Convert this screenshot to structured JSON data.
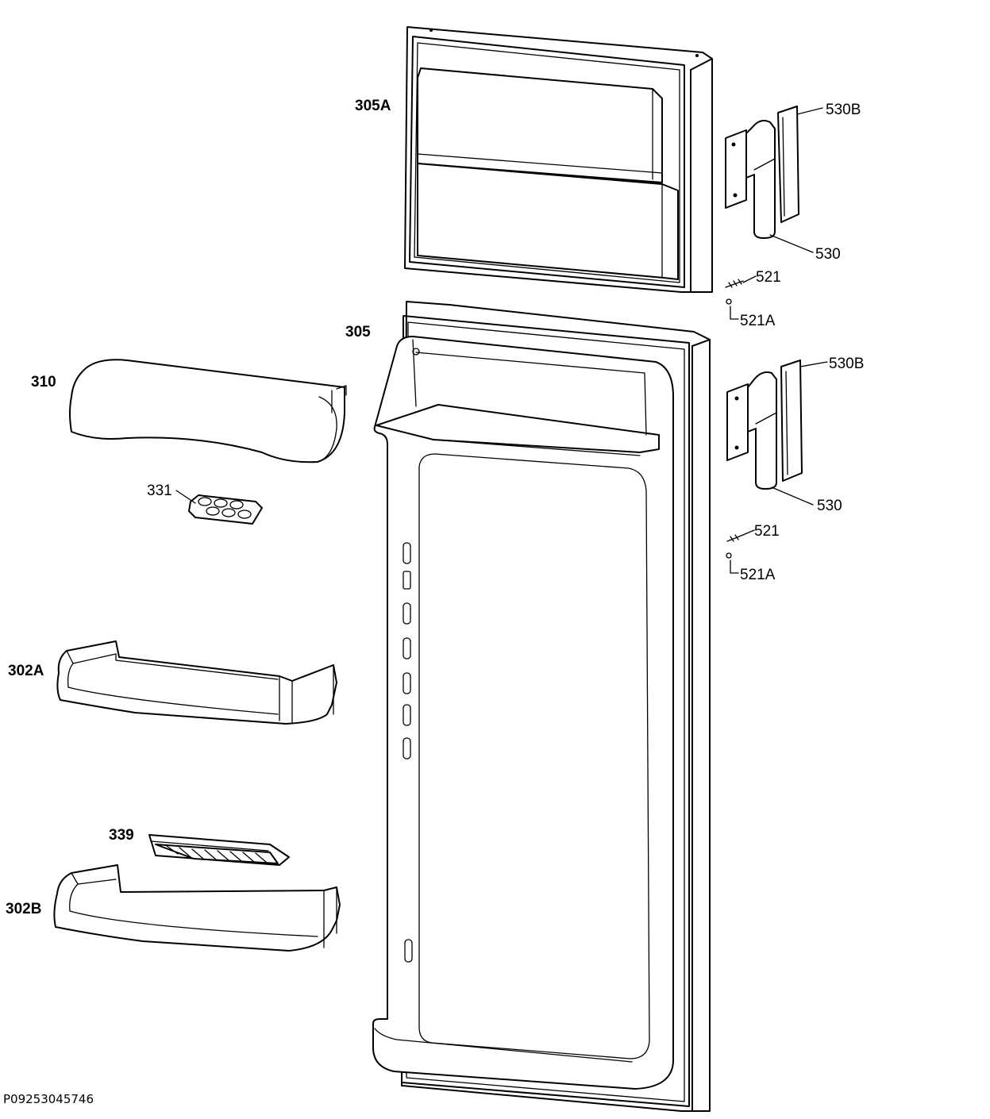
{
  "labels": {
    "freezer_door": "305A",
    "fridge_door": "305",
    "dairy_cover": "310",
    "egg_tray": "331",
    "shelf_a": "302A",
    "shelf_b": "302B",
    "bottle_rack": "339",
    "hinge_cover_top": "530B",
    "hinge_top": "530",
    "screw_top": "521",
    "washer_top": "521A",
    "hinge_cover_bottom": "530B",
    "hinge_bottom": "530",
    "screw_bottom": "521",
    "washer_bottom": "521A"
  },
  "drawing_code": "P09253045746"
}
